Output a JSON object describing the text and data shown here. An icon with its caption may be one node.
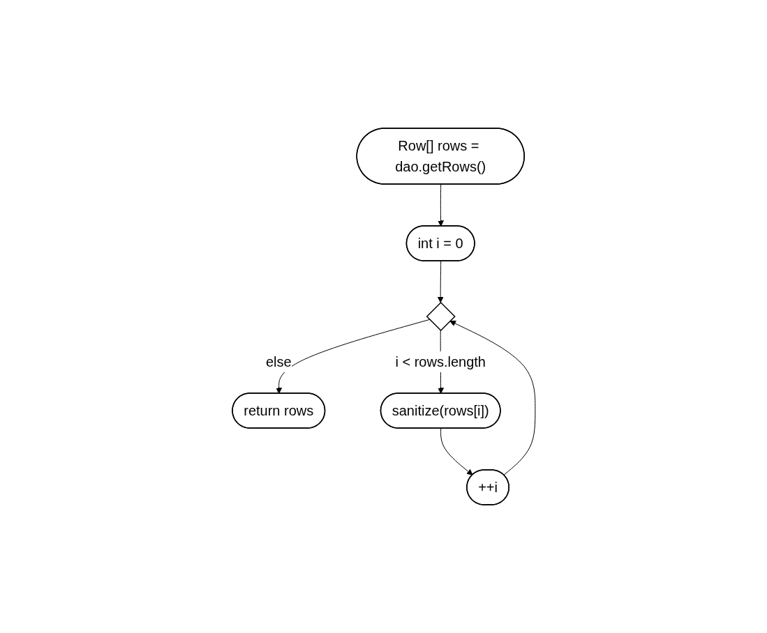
{
  "diagram": {
    "nodes": [
      {
        "text": [
          "Row[] rows = dao.getRows()"
        ]
      },
      {
        "text": [
          "int i = 0"
        ]
      },
      {
        "text": [],
        "shape": "diamond"
      },
      {
        "text": [
          "return rows"
        ]
      },
      {
        "text": [
          "sanitize(rows[i])"
        ]
      },
      {
        "text": [
          "++i"
        ]
      }
    ],
    "edges": [
      {
        "from": 0,
        "to": 1,
        "arrow": "to"
      },
      {
        "from": 1,
        "to": 2,
        "arrow": "to"
      },
      {
        "from": 2,
        "to": 3,
        "arrow": "to",
        "label": "else"
      },
      {
        "from": 2,
        "to": 4,
        "arrow": "to",
        "label": "i < rows.length"
      },
      {
        "from": 4,
        "to": 5,
        "arrow": "to"
      },
      {
        "from": 5,
        "to": 2,
        "arrow": "to"
      }
    ]
  }
}
